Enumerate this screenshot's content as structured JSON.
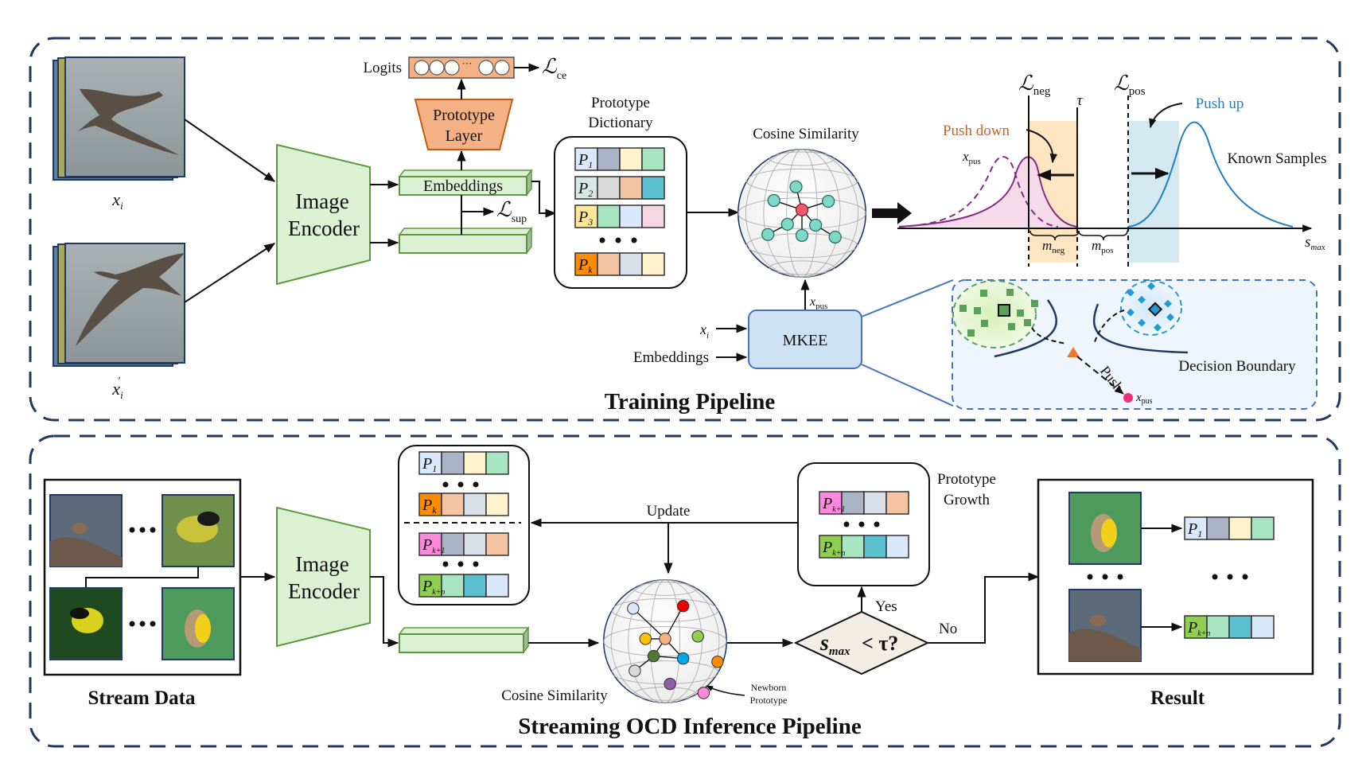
{
  "training": {
    "title": "Training Pipeline",
    "input_label_1": "x",
    "input_sub_1": "i",
    "input_label_2": "x",
    "input_sub_2": "i",
    "input_prime": "′",
    "encoder_line1": "Image",
    "encoder_line2": "Encoder",
    "embeddings_label": "Embeddings",
    "proto_layer_line1": "Prototype",
    "proto_layer_line2": "Layer",
    "logits_label": "Logits",
    "logits_dots": "···",
    "loss_ce": "ℒ",
    "loss_ce_sub": "ce",
    "loss_sup": "ℒ",
    "loss_sup_sub": "sup",
    "dict_title_line1": "Prototype",
    "dict_title_line2": "Dictionary",
    "dict_rows": [
      {
        "label": "P",
        "sub": "1",
        "colors": [
          "#dae8fc",
          "#a9b4c6",
          "#fff2cc",
          "#a8e6c1"
        ]
      },
      {
        "label": "P",
        "sub": "2",
        "colors": [
          "#d5e8e4",
          "#d9d9d9",
          "#f4c3a1",
          "#5bc0d0"
        ]
      },
      {
        "label": "P",
        "sub": "3",
        "colors": [
          "#ffe699",
          "#a8e6c1",
          "#dae8fc",
          "#f5d7e3"
        ]
      },
      {
        "label": "P",
        "sub": "k",
        "colors": [
          "#ff8c00",
          "#f4c3a1",
          "#d9e0ea",
          "#fff2cc"
        ]
      }
    ],
    "cosine_label": "Cosine Similarity",
    "mkee_label": "MKEE",
    "mkee_in_1": "x",
    "mkee_in_1_sub": "i",
    "mkee_in_2": "Embeddings",
    "mkee_out": "x",
    "mkee_out_sub": "pus",
    "chart": {
      "loss_neg": "ℒ",
      "loss_neg_sub": "neg",
      "loss_pos": "ℒ",
      "loss_pos_sub": "pos",
      "tau": "τ",
      "push_down": "Push down",
      "push_up": "Push up",
      "known_samples": "Known Samples",
      "xpus": "x",
      "xpus_sub": "pus",
      "m_neg": "m",
      "m_neg_sub": "neg",
      "m_pos": "m",
      "m_pos_sub": "pos",
      "axis_label": "s",
      "axis_label_sub": "max",
      "push_down_color": "#c8642a",
      "push_up_color": "#1f7fc4"
    },
    "inset": {
      "decision_boundary": "Decision Boundary",
      "push": "Push",
      "xpus": "x",
      "xpus_sub": "pus"
    }
  },
  "inference": {
    "title": "Streaming OCD Inference Pipeline",
    "stream_label": "Stream Data",
    "encoder_line1": "Image",
    "encoder_line2": "Encoder",
    "dict_rows": [
      {
        "label": "P",
        "sub": "1",
        "colors": [
          "#dae8fc",
          "#a9b4c6",
          "#fff2cc",
          "#a8e6c1"
        ]
      },
      {
        "label": "P",
        "sub": "k",
        "colors": [
          "#ff8c00",
          "#f4c3a1",
          "#d9e0ea",
          "#fff2cc"
        ]
      },
      {
        "label": "P",
        "sub": "k+1",
        "colors": [
          "#ff88dd",
          "#a9b4c6",
          "#d9e0ea",
          "#f4c3a1"
        ]
      },
      {
        "label": "P",
        "sub": "k+n",
        "colors": [
          "#8fce4f",
          "#a8e6c1",
          "#5bc0d0",
          "#dae8fc"
        ]
      }
    ],
    "update_label": "Update",
    "cosine_label": "Cosine Similarity",
    "newborn_line1": "Newborn",
    "newborn_line2": "Prototype",
    "decision_s": "s",
    "decision_sub": "max",
    "decision_rest": "< τ?",
    "yes_label": "Yes",
    "no_label": "No",
    "growth_line1": "Prototype",
    "growth_line2": "Growth",
    "result_label": "Result",
    "dots": "• • •"
  },
  "colors": {
    "frame": "#1f3864",
    "encoder_fill": "#dcf0d4",
    "encoder_stroke": "#5a9a3c",
    "proto_layer_fill": "#f4b183",
    "proto_layer_stroke": "#c55a11",
    "mkee_fill": "#cfe2f3",
    "mkee_stroke": "#4472c4",
    "inset_fill": "#eef5fd"
  }
}
